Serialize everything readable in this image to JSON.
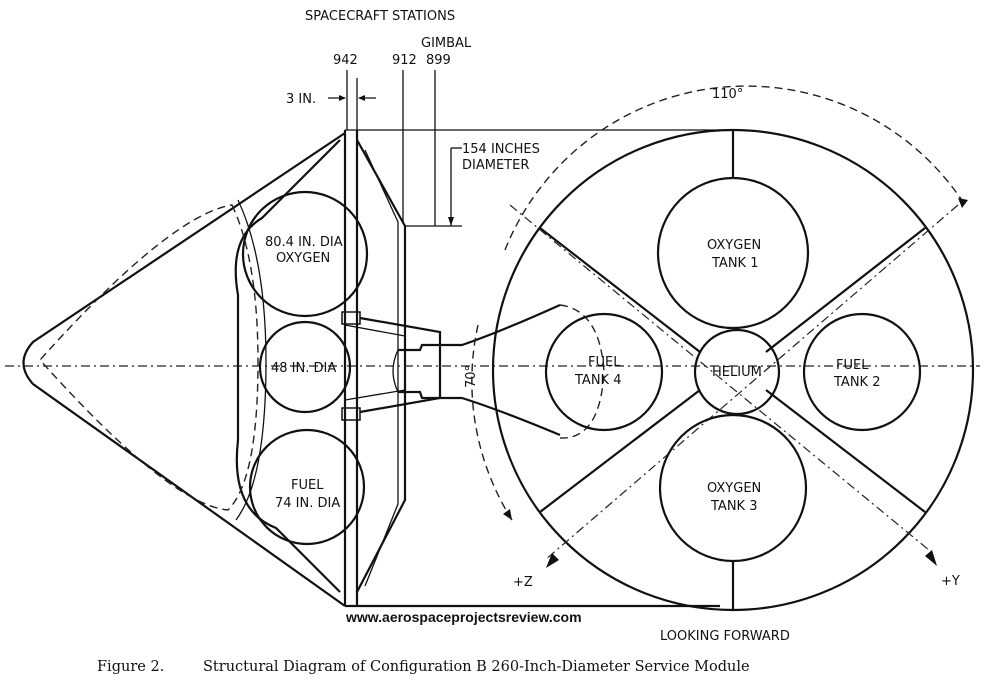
{
  "header": {
    "stations_title": "SPACECRAFT STATIONS",
    "gimbal": "GIMBAL",
    "station_942": "942",
    "station_912": "912",
    "station_899": "899",
    "offset": "3 IN."
  },
  "side_view": {
    "diameter_line1": "154 INCHES",
    "diameter_line2": "DIAMETER",
    "oxygen_tank_line1": "80.4 IN. DIA",
    "oxygen_tank_line2": "OXYGEN",
    "helium_tank": "48 IN. DIA",
    "fuel_tank_line1": "FUEL",
    "fuel_tank_line2": "74 IN. DIA"
  },
  "end_view": {
    "angle_110": "110°",
    "angle_70": "70°",
    "oxygen_tank_1_line1": "OXYGEN",
    "oxygen_tank_1_line2": "TANK 1",
    "fuel_tank_4_line1": "FUEL",
    "fuel_tank_4_line2": "TANK 4",
    "helium": "HELIUM",
    "fuel_tank_2_line1": "FUEL",
    "fuel_tank_2_line2": "TANK 2",
    "oxygen_tank_3_line1": "OXYGEN",
    "oxygen_tank_3_line2": "TANK 3",
    "axis_z": "+Z",
    "axis_y": "+Y",
    "view_label": "LOOKING FORWARD"
  },
  "watermark": "www.aerospaceprojectsreview.com",
  "caption": {
    "figure_number": "Figure 2.",
    "title": "Structural Diagram of Configuration B 260-Inch-Diameter Service Module"
  }
}
